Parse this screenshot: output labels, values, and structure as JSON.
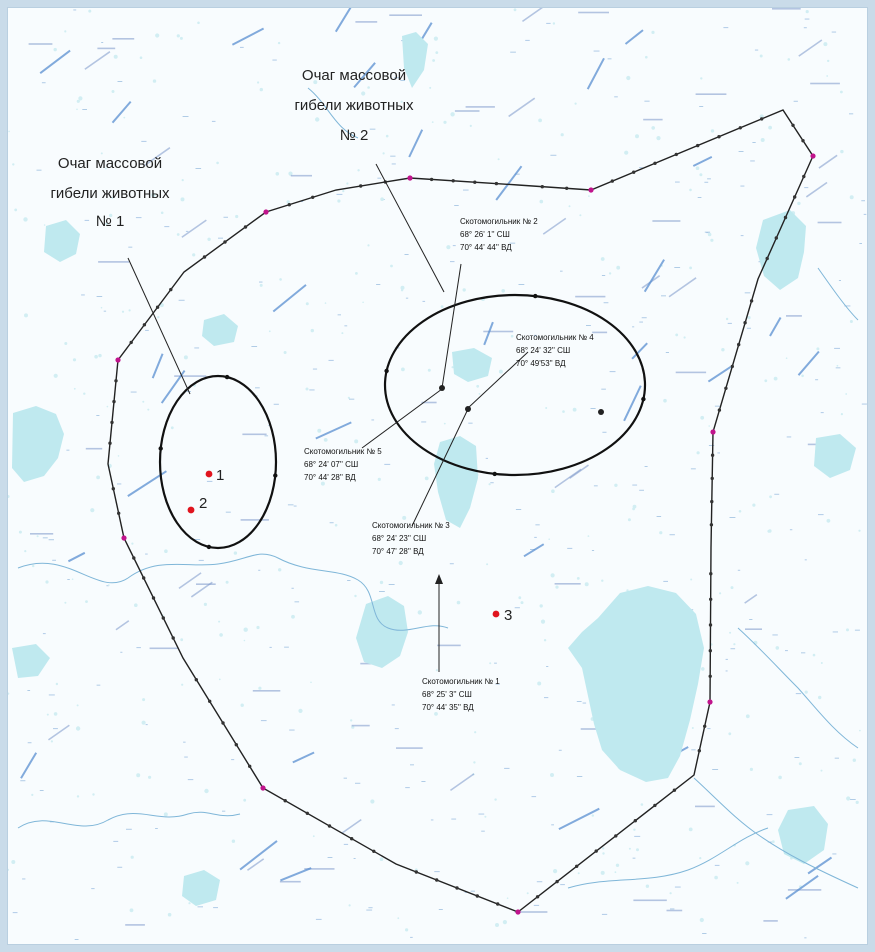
{
  "foci": [
    {
      "lines": [
        "Очаг массовой",
        "гибели животных",
        "№ 1"
      ]
    },
    {
      "lines": [
        "Очаг массовой",
        "гибели животных",
        "№ 2"
      ]
    }
  ],
  "points": [
    "1",
    "2",
    "3"
  ],
  "boreholes": [
    {
      "title": "Скотомогильник № 1",
      "lat": "68° 25' 3'' СШ",
      "lon": "70° 44' 35'' ВД"
    },
    {
      "title": "Скотомогильник № 2",
      "lat": "68° 26' 1'' СШ",
      "lon": "70° 44' 44'' ВД"
    },
    {
      "title": "Скотомогильник № 3",
      "lat": "68° 24' 23'' СШ",
      "lon": "70° 47' 28'' ВД"
    },
    {
      "title": "Скотомогильник № 4",
      "lat": "68° 24' 32'' СШ",
      "lon": "70° 49'53'' ВД"
    },
    {
      "title": "Скотомогильник № 5",
      "lat": "68° 24' 07'' СШ",
      "lon": "70° 44' 28'' ВД"
    }
  ],
  "colors": {
    "lake": "#bfe9ef",
    "boundary": "#222222",
    "point": "#e0141e",
    "vertex": "#c0148c"
  }
}
